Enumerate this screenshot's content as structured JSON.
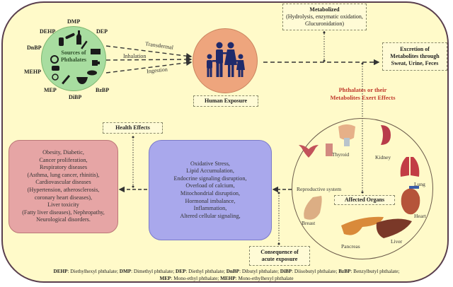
{
  "sources": {
    "title": "Sources of Phthalates",
    "chemicals": [
      "DMP",
      "DEP",
      "DEHP",
      "DnBP",
      "MEHP",
      "MEP",
      "DiBP",
      "BzBP"
    ],
    "icons": [
      "baby-bottle-icon",
      "skateboard-icon",
      "bottle-icon",
      "stick-icon",
      "crib-icon",
      "mug-icon",
      "headphones-icon",
      "stroller-icon",
      "racket-icon",
      "bat-icon",
      "bowl-icon",
      "plate-icon"
    ]
  },
  "routes": [
    "Transdermal",
    "Inhalation",
    "Ingestion"
  ],
  "human_exposure": {
    "label": "Human Exposure",
    "icon": "family-icon"
  },
  "metabolized": {
    "title": "Metabolized",
    "detail": "(Hydrolysis, enzymatic oxidation, Glucuronidation)"
  },
  "excretion": {
    "lines": [
      "Excretion of",
      "Metabolites through",
      "Sweat, Urine, Feces"
    ]
  },
  "effects_label": {
    "lines": [
      "Phthalates or their",
      "Metabolites Exert Effects"
    ]
  },
  "affected_organs": {
    "label": "Affected Organs",
    "organs": [
      "Thyroid",
      "Kidney",
      "Reproductive system",
      "Lung",
      "Heart",
      "Breast",
      "Pancreas",
      "Liver"
    ]
  },
  "consequence": {
    "lines": [
      "Consequence of",
      "acute exposure"
    ]
  },
  "mechanisms": {
    "lines": [
      "Oxidative Stress,",
      "Lipid Accumulation,",
      "Endocrine signaling disruption,",
      "Overload of calcium,",
      "Mitochondrial disruption,",
      "Hormonal imbalance,",
      "Inflammation,",
      "Altered cellular signaling,"
    ]
  },
  "health_effects": {
    "label": "Health Effects",
    "lines": [
      "Obesity, Diabetic,",
      "Cancer proliferation,",
      "Respiratory diseases",
      "(Asthma, lung cancer, rhinitis),",
      "Cardiovascular diseases",
      "(Hypertension, atherosclerosis,",
      "coronary heart diseases),",
      "Liver toxicity",
      "(Fatty liver diseases), Nephropathy,",
      "Neurological disorders."
    ]
  },
  "footer": {
    "line1": [
      {
        "abbr": "DEHP",
        "full": ": Diethylhexyl phthalate; "
      },
      {
        "abbr": "DMP",
        "full": ": Dimethyl phthalate; "
      },
      {
        "abbr": "DEP",
        "full": ": Diethyl phthalate;  "
      },
      {
        "abbr": "DnBP",
        "full": ": Dibutyl phthalate; "
      },
      {
        "abbr": "DiBP",
        "full": ": Diisobutyl phthalate; "
      },
      {
        "abbr": "BzBP",
        "full": ": Benzylbutyl phthalate;"
      }
    ],
    "line2": [
      {
        "abbr": "MEP",
        "full": ": Mono-ethyl phthalate; "
      },
      {
        "abbr": "MEHP",
        "full": ": Mono-ethylhexyl phthalate"
      }
    ]
  },
  "colors": {
    "background": "#fffac9",
    "sources_circle": "#a8dda0",
    "human_circle": "#eea57d",
    "family_icon": "#1f2a6b",
    "mechanisms_box": "#a9a8ec",
    "health_box": "#e6a5a5",
    "effects_text": "#c0392b"
  }
}
